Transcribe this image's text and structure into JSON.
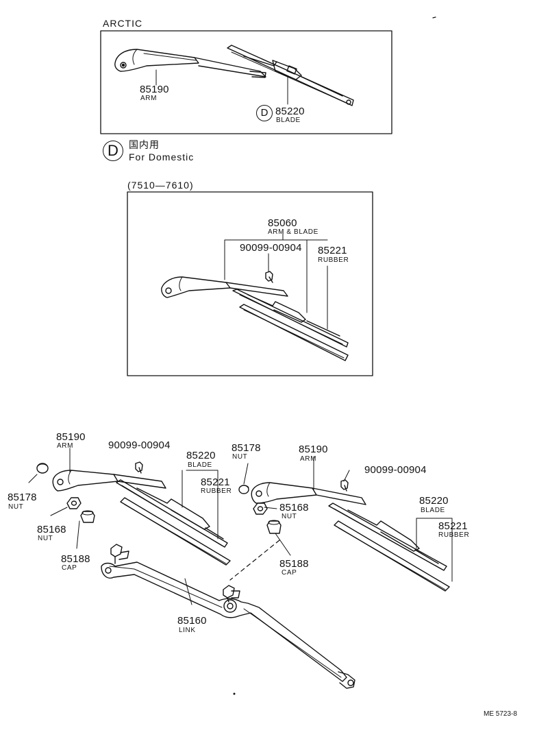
{
  "arctic": {
    "title": "ARCTIC",
    "arm_num": "85190",
    "arm_sub": "ARM",
    "blade_mark": "D",
    "blade_num": "85220",
    "blade_sub": "BLADE"
  },
  "legend": {
    "mark": "D",
    "jp": "国内用",
    "text": "For Domestic"
  },
  "period": {
    "title": "(7510—7610)",
    "assy_num": "85060",
    "assy_sub": "ARM & BLADE",
    "screw_num": "90099-00904",
    "rubber_num": "85221",
    "rubber_sub": "RUBBER"
  },
  "left_group": {
    "arm_num": "85190",
    "arm_sub": "ARM",
    "screw_num": "90099-00904",
    "blade_num": "85220",
    "blade_sub": "BLADE",
    "rubber_num": "85221",
    "rubber_sub": "RUBBER",
    "nut1_num": "85178",
    "nut1_sub": "NUT",
    "nut2_num": "85168",
    "nut2_sub": "NUT",
    "cap_num": "85188",
    "cap_sub": "CAP",
    "link_num": "85160",
    "link_sub": "LINK"
  },
  "right_group": {
    "nut1_num": "85178",
    "nut1_sub": "NUT",
    "arm_num": "85190",
    "arm_sub": "ARM",
    "screw_num": "90099-00904",
    "nut2_num": "85168",
    "nut2_sub": "NUT",
    "blade_num": "85220",
    "blade_sub": "BLADE",
    "rubber_num": "85221",
    "rubber_sub": "RUBBER",
    "cap_num": "85188",
    "cap_sub": "CAP"
  },
  "footer": {
    "code": "ME 5723-8"
  }
}
